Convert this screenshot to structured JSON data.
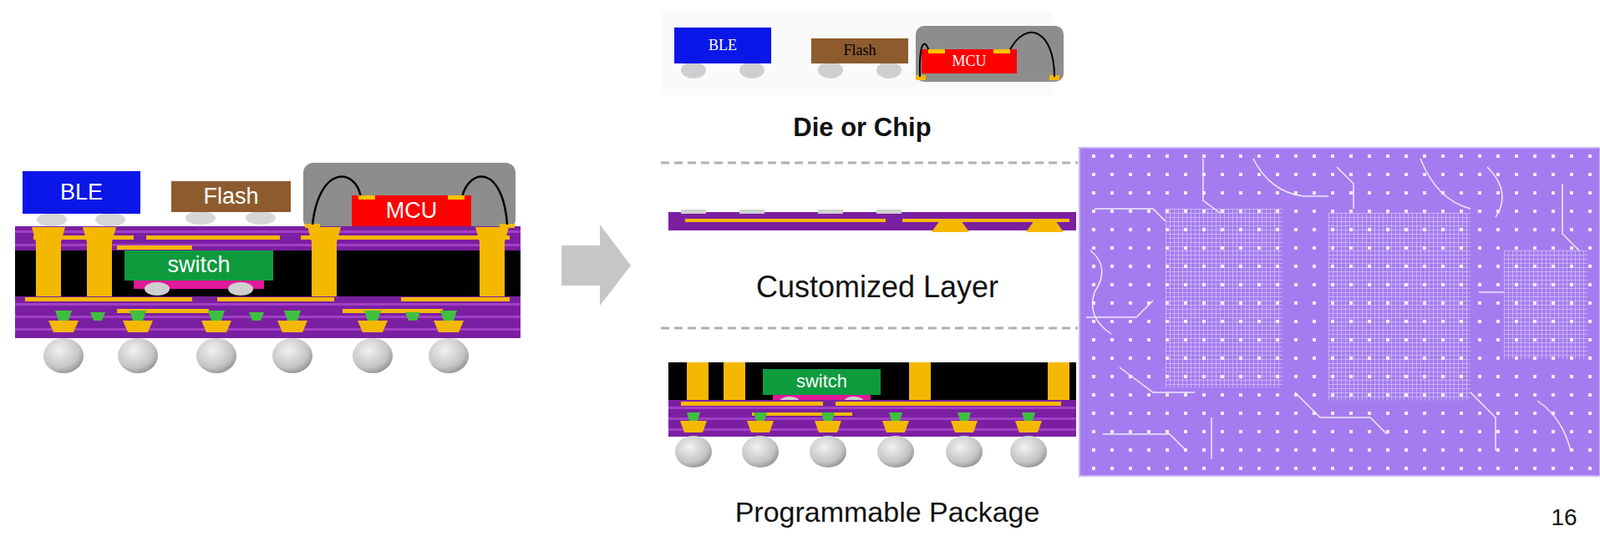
{
  "diagram": {
    "nodes": [
      {
        "text": [
          "BLE"
        ]
      },
      {
        "text": [
          "Flash"
        ]
      },
      {
        "text": [
          "MCU"
        ]
      },
      {
        "text": [
          "switch"
        ]
      },
      {
        "text": [
          "BLE"
        ]
      },
      {
        "text": [
          "Flash"
        ]
      },
      {
        "text": [
          "MCU"
        ]
      },
      {
        "text": [
          "switch"
        ]
      }
    ],
    "labels": [
      "Die or Chip",
      "Customized Layer",
      "Programmable Package",
      "16"
    ]
  }
}
